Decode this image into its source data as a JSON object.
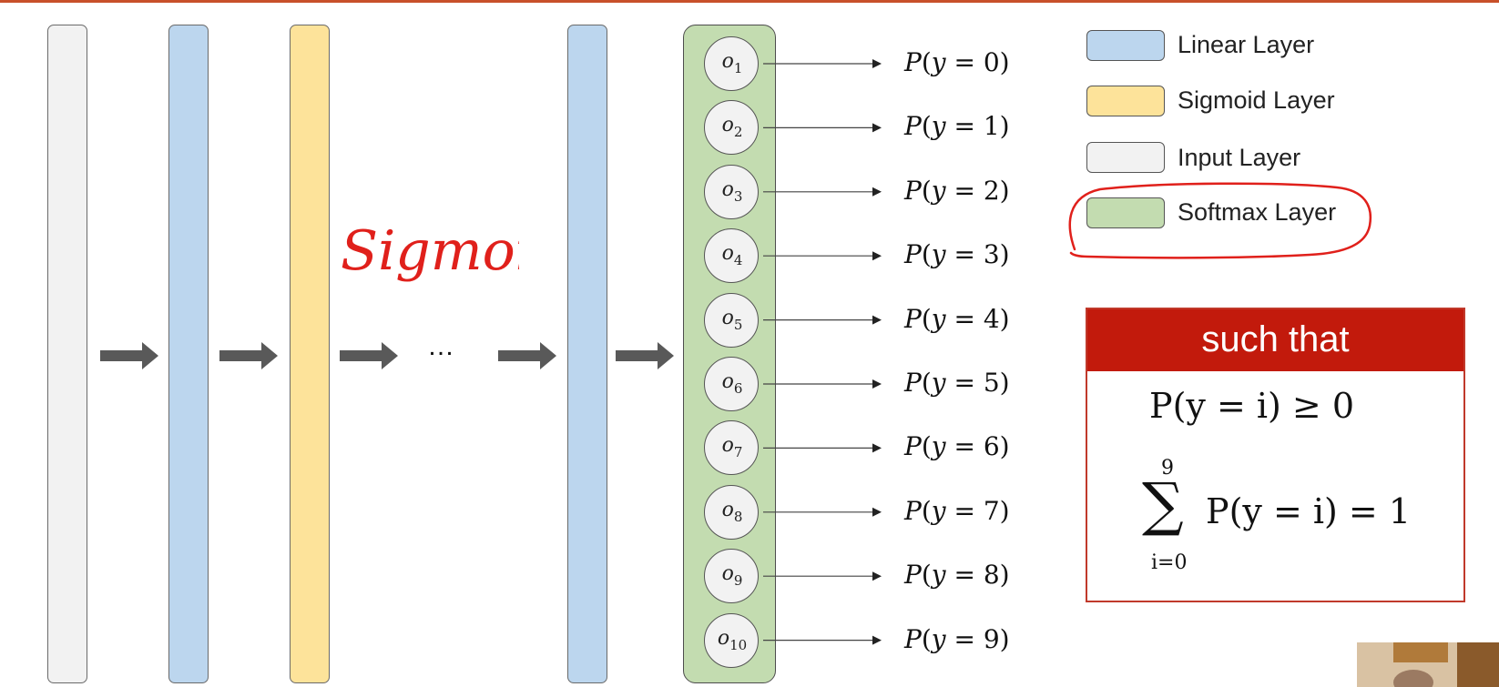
{
  "colors": {
    "linear": "#bcd6ee",
    "sigmoid": "#fde39a",
    "input": "#f2f2f2",
    "softmax": "#c3dcb0",
    "accent_red": "#c21a0c",
    "annotation_red": "#e0201b",
    "arrow_gray": "#595959"
  },
  "neurons": [
    {
      "base": "o",
      "sub": "1"
    },
    {
      "base": "o",
      "sub": "2"
    },
    {
      "base": "o",
      "sub": "3"
    },
    {
      "base": "o",
      "sub": "4"
    },
    {
      "base": "o",
      "sub": "5"
    },
    {
      "base": "o",
      "sub": "6"
    },
    {
      "base": "o",
      "sub": "7"
    },
    {
      "base": "o",
      "sub": "8"
    },
    {
      "base": "o",
      "sub": "9"
    },
    {
      "base": "o",
      "sub": "10"
    }
  ],
  "outputs": [
    "0",
    "1",
    "2",
    "3",
    "4",
    "5",
    "6",
    "7",
    "8",
    "9"
  ],
  "ellipsis": "…",
  "handwritten_note": "Sigmoid",
  "legend": {
    "linear": "Linear Layer",
    "sigmoid": "Sigmoid Layer",
    "input": "Input Layer",
    "softmax": "Softmax Layer"
  },
  "condition_box": {
    "header": "such that",
    "constraint_1": "P(y = i) ≥ 0",
    "sum_upper": "9",
    "sum_lower": "i=0",
    "constraint_2": "P(y = i) = 1"
  }
}
